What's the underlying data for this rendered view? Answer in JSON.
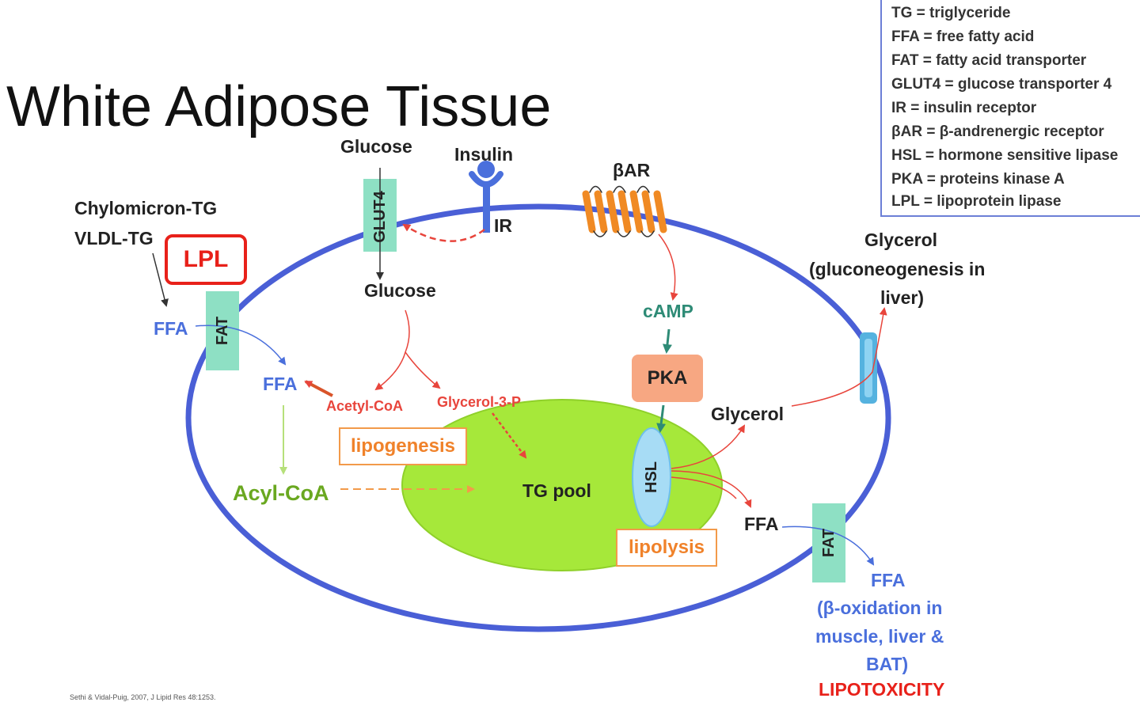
{
  "title": "White Adipose Tissue",
  "legend": [
    "TG = triglyceride",
    "FFA = free fatty acid",
    "FAT = fatty acid transporter",
    "GLUT4 = glucose transporter 4",
    "IR = insulin receptor",
    "βAR = β-andrenergic receptor",
    "HSL = hormone sensitive lipase",
    "PKA = proteins kinase A",
    "LPL = lipoprotein lipase"
  ],
  "labels": {
    "glucose_out": "Glucose",
    "insulin": "Insulin",
    "bar": "βAR",
    "chylomicron": "Chylomicron-TG",
    "vldl": "VLDL-TG",
    "lpl": "LPL",
    "glut4": "GLUT4",
    "ir": "IR",
    "glucose_in": "Glucose",
    "camp": "cAMP",
    "pka": "PKA",
    "ffa_out_left": "FFA",
    "fat_left": "FAT",
    "ffa_in": "FFA",
    "acetyl_coa": "Acetyl-CoA",
    "glycerol_3p": "Glycerol-3-P",
    "lipogenesis": "lipogenesis",
    "acyl_coa": "Acyl-CoA",
    "tg_pool": "TG pool",
    "hsl": "HSL",
    "lipolysis": "lipolysis",
    "glycerol_in": "Glycerol",
    "glycerol_out_1": "Glycerol",
    "glycerol_out_2": "(gluconeogenesis in",
    "glycerol_out_3": "liver)",
    "ffa_right": "FFA",
    "fat_right": "FAT",
    "ffa_dest_1": "FFA",
    "ffa_dest_2": "(β-oxidation in",
    "ffa_dest_3": "muscle, liver &",
    "ffa_dest_4": "BAT)",
    "lipotoxicity": "LIPOTOXICITY",
    "citation": "Sethi & Vidal-Puig, 2007, J Lipid Res 48:1253."
  },
  "colors": {
    "membrane": "#4a5fd6",
    "tg_pool": "#a6e83a",
    "transporter": "#8ee0c4",
    "bar_receptor": "#f08a24",
    "red_arrow": "#e8453c",
    "teal_arrow": "#2e8b76"
  }
}
